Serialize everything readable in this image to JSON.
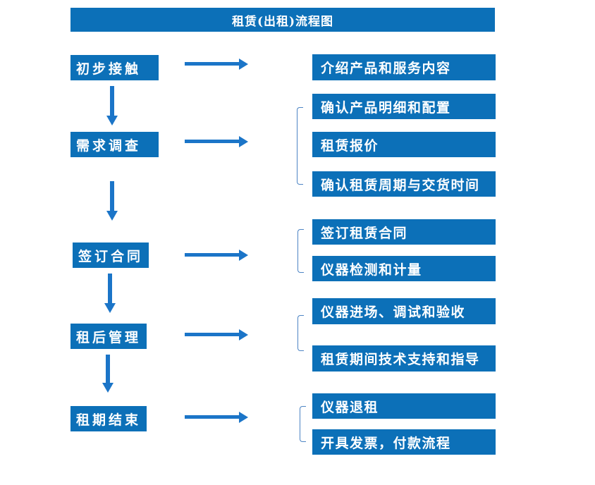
{
  "title": "租赁(出租)流程图",
  "colors": {
    "box_blue": "#0C70B8",
    "arrow_blue": "#1B75C8",
    "bracket_blue": "#4C84C4",
    "text_white": "#FFFFFF"
  },
  "stages": [
    {
      "label": "初步接触",
      "details": [
        "介绍产品和服务内容"
      ]
    },
    {
      "label": "需求调查",
      "details": [
        "确认产品明细和配置",
        "租赁报价",
        "确认租赁周期与交货时间"
      ]
    },
    {
      "label": "签订合同",
      "details": [
        "签订租赁合同",
        "仪器检测和计量"
      ]
    },
    {
      "label": "租后管理",
      "details": [
        "仪器进场、调试和验收",
        "租赁期间技术支持和指导"
      ]
    },
    {
      "label": "租期结束",
      "details": [
        "仪器退租",
        "开具发票，付款流程"
      ]
    }
  ]
}
